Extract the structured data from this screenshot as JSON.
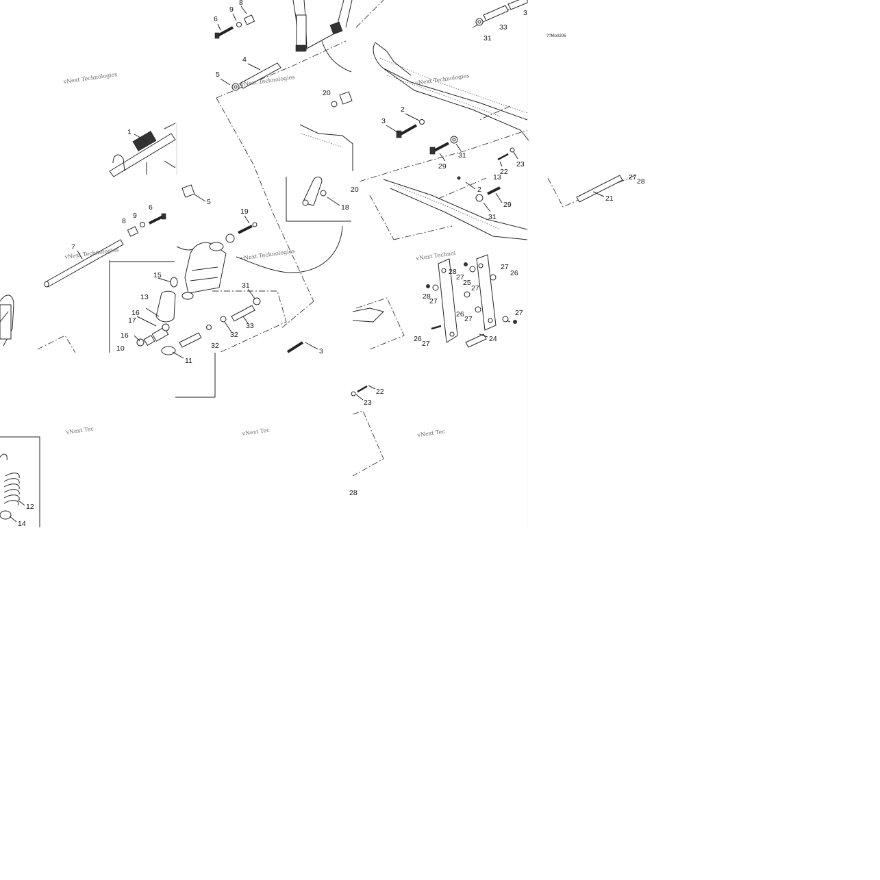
{
  "diagram": {
    "drawing_code": "??Mo0206",
    "watermark": "vNext Technologies",
    "watermark_partial": "vNext Tec",
    "watermark_clipped": "vNext Technol",
    "callouts": {
      "row1": [
        "6",
        "9",
        "8",
        "3",
        "33",
        "31",
        "4",
        "5",
        "20",
        "2",
        "3",
        "29",
        "31",
        "22",
        "23",
        "1"
      ],
      "row2": [
        "5",
        "19",
        "7",
        "8",
        "9",
        "6",
        "18",
        "2",
        "29",
        "31",
        "27",
        "28",
        "21"
      ],
      "row3": [
        "15",
        "13",
        "16",
        "17",
        "16",
        "10",
        "11",
        "31",
        "33",
        "32",
        "32",
        "3"
      ],
      "row4": [
        "28",
        "27",
        "25",
        "27",
        "26",
        "28",
        "27",
        "26",
        "27",
        "26",
        "27",
        "27",
        "24",
        "27"
      ],
      "row5": [
        "22",
        "23",
        "28",
        "12",
        "14",
        "20",
        "13"
      ]
    }
  }
}
